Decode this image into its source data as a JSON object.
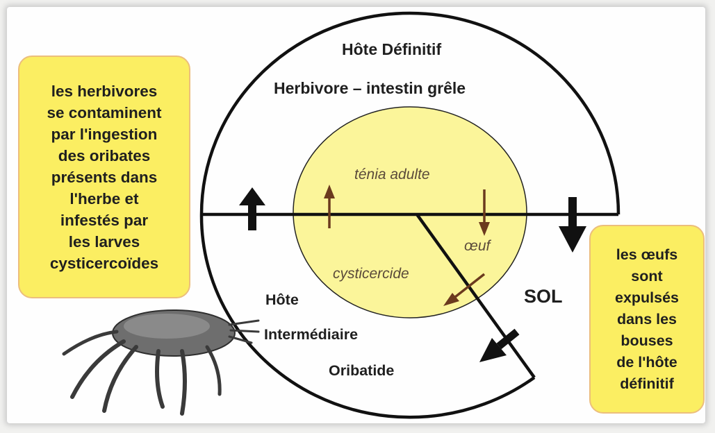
{
  "labels": {
    "definitive_host": "Hôte Définitif",
    "herbivore": "Herbivore – intestin grêle",
    "adult_tapeworm": "ténia adulte",
    "egg": "œuf",
    "cysticercoid": "cysticercide",
    "soil": "SOL",
    "host": "Hôte",
    "intermediate": "Intermédiaire",
    "oribatid": "Oribatide"
  },
  "left_box": "les herbivores\nse contaminent\npar l'ingestion\ndes oribates\nprésents dans\nl'herbe et\ninfestés par\nles larves\ncysticercoïdes",
  "right_box": "les œufs\nsont\nexpulsés\ndans les\nbouses\nde l'hôte\ndéfinitif",
  "colors": {
    "box_fill": "#fbee62",
    "box_border": "#ecbe7c",
    "inner_circle": "#fbf59a",
    "small_arrows": "#6b3a1e"
  }
}
